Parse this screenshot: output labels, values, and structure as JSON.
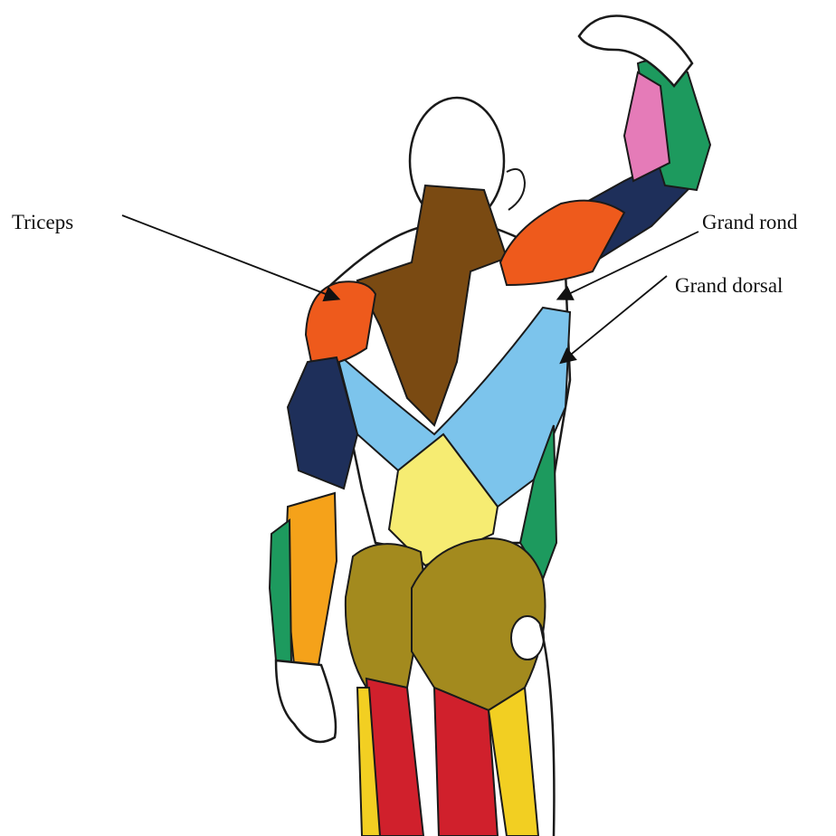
{
  "labels": {
    "triceps": "Triceps",
    "grand_rond": "Grand rond",
    "grand_dorsal": "Grand dorsal"
  },
  "colors": {
    "trapezius": "#7a4a12",
    "latissimus": "#7cc4ec",
    "deltoid": "#ee5a1c",
    "triceps_arm": "#1e2f5a",
    "forearm": "#f5a21a",
    "forearm_green": "#1d9a5e",
    "pink": "#e57bb8",
    "lumbar": "#f6ec72",
    "gluteus": "#a38a1e",
    "hamstring": "#d0202c",
    "leg_yellow": "#f2cf22",
    "outline": "#1a1a1a",
    "arrow": "#111111"
  }
}
